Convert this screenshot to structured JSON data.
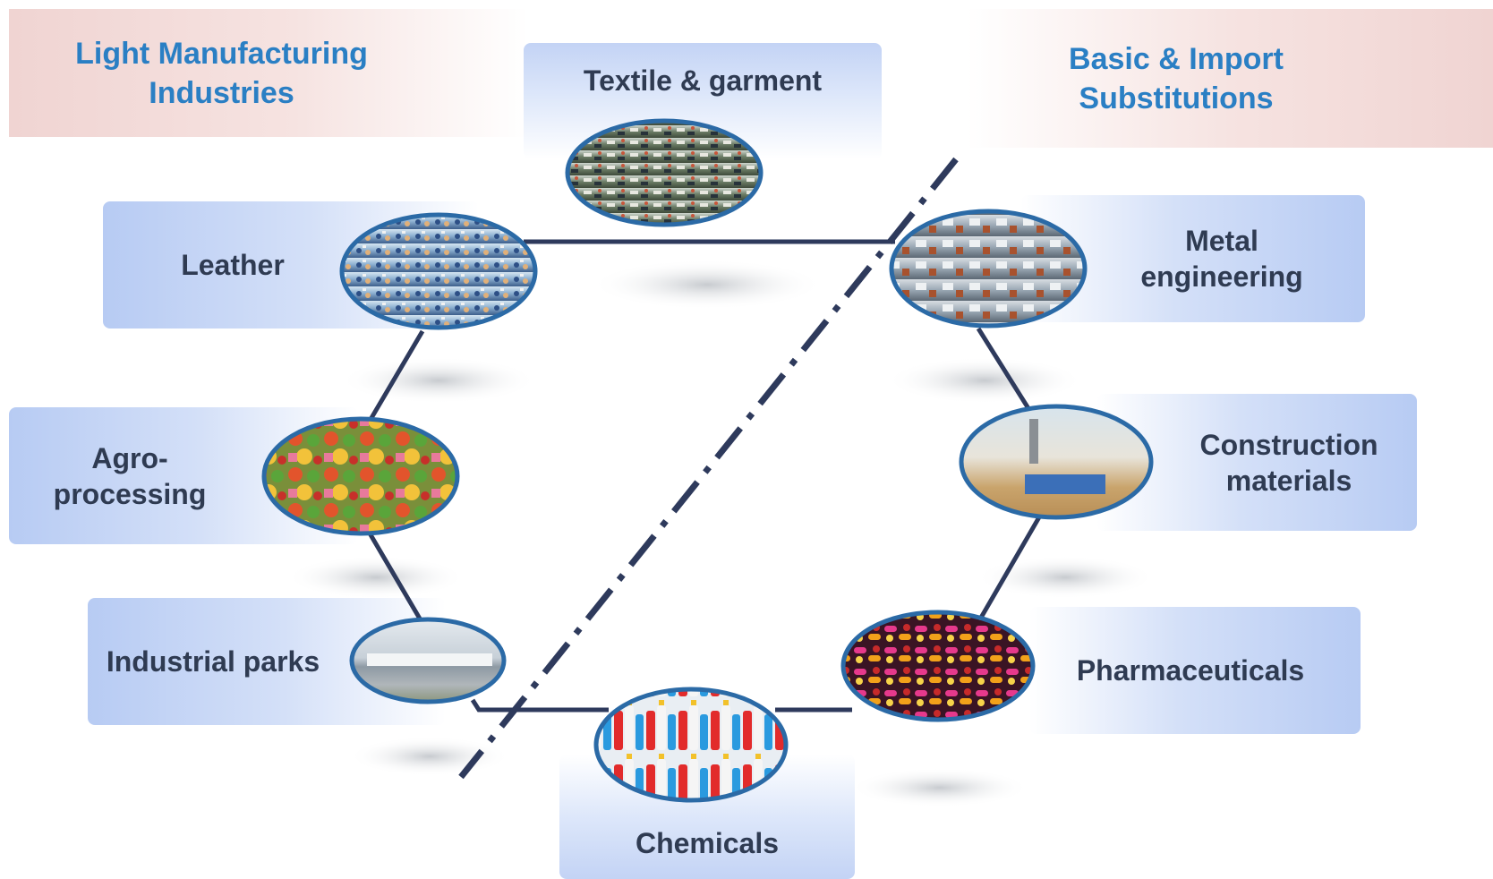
{
  "headers": {
    "light_manufacturing": "Light Manufacturing Industries",
    "basic_import": "Basic & Import Substitutions"
  },
  "sectors": {
    "textile": "Textile & garment",
    "leather": "Leather",
    "agro": "Agro-processing",
    "industrial_parks": "Industrial parks",
    "metal": "Metal engineering",
    "construction": "Construction materials",
    "pharma": "Pharmaceuticals",
    "chemicals": "Chemicals"
  },
  "colors": {
    "header_text": "#2a7fc4",
    "label_text": "#2f3b52",
    "connector": "#2e3a5c",
    "ellipse_border": "#2b6aa6",
    "divider": "#2e3a5c"
  }
}
